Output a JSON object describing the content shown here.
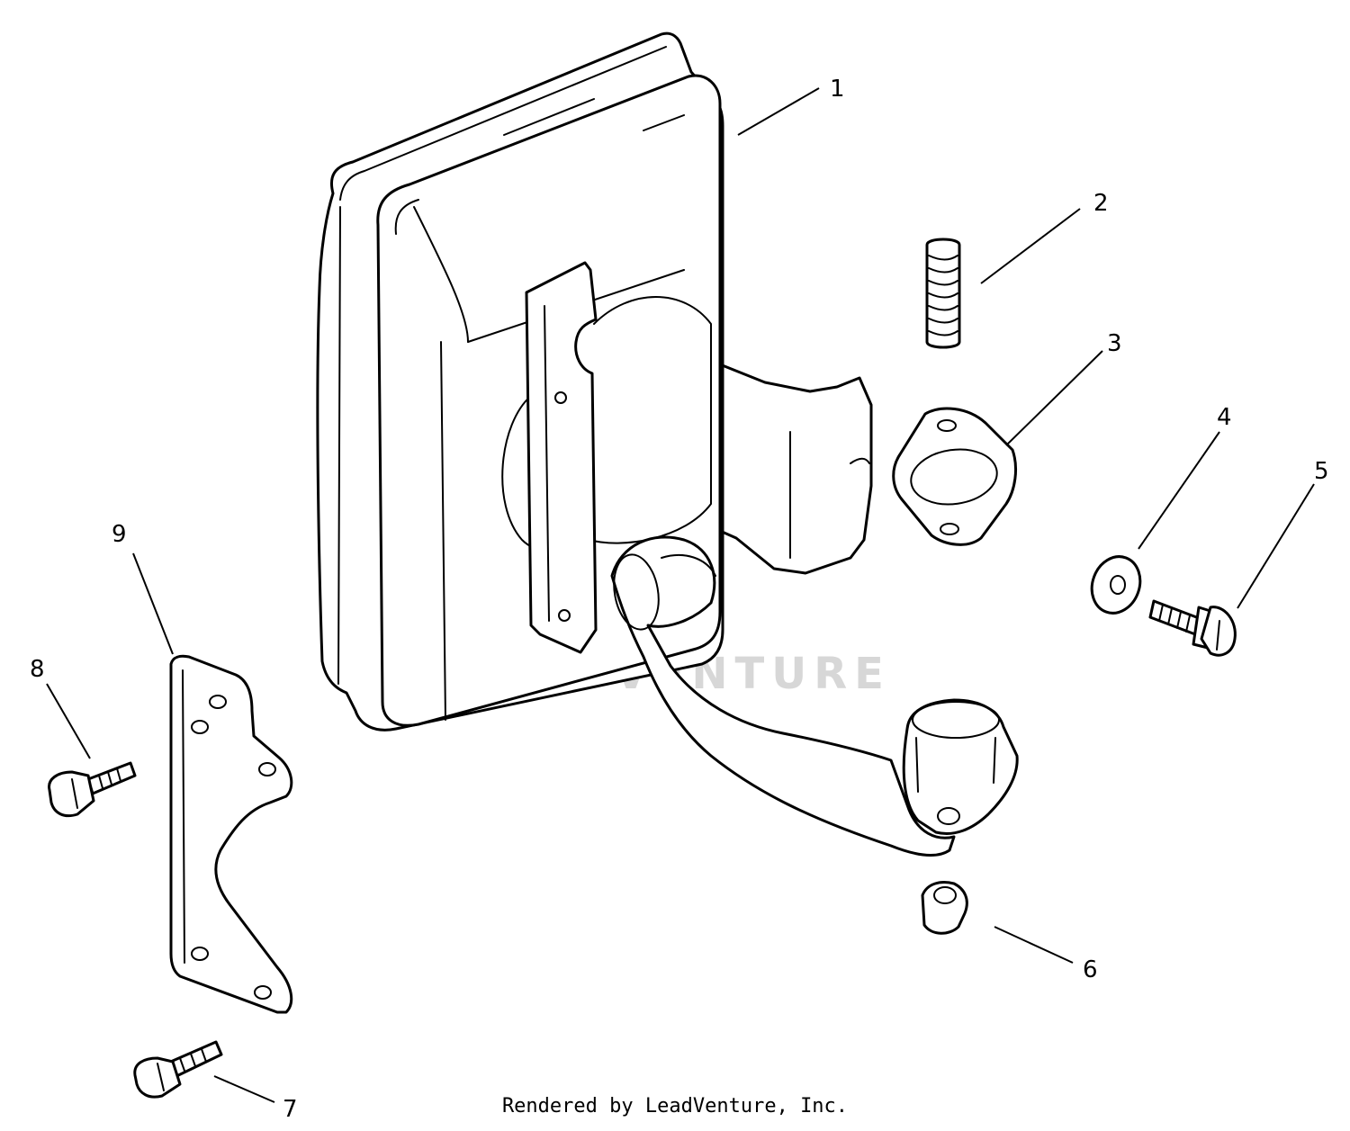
{
  "diagram": {
    "watermark_text": "LEADVENTURE",
    "credit": "Rendered by LeadVenture, Inc.",
    "callouts": {
      "c1": "1",
      "c2": "2",
      "c3": "3",
      "c4": "4",
      "c5": "5",
      "c6": "6",
      "c7": "7",
      "c8": "8",
      "c9": "9"
    }
  }
}
